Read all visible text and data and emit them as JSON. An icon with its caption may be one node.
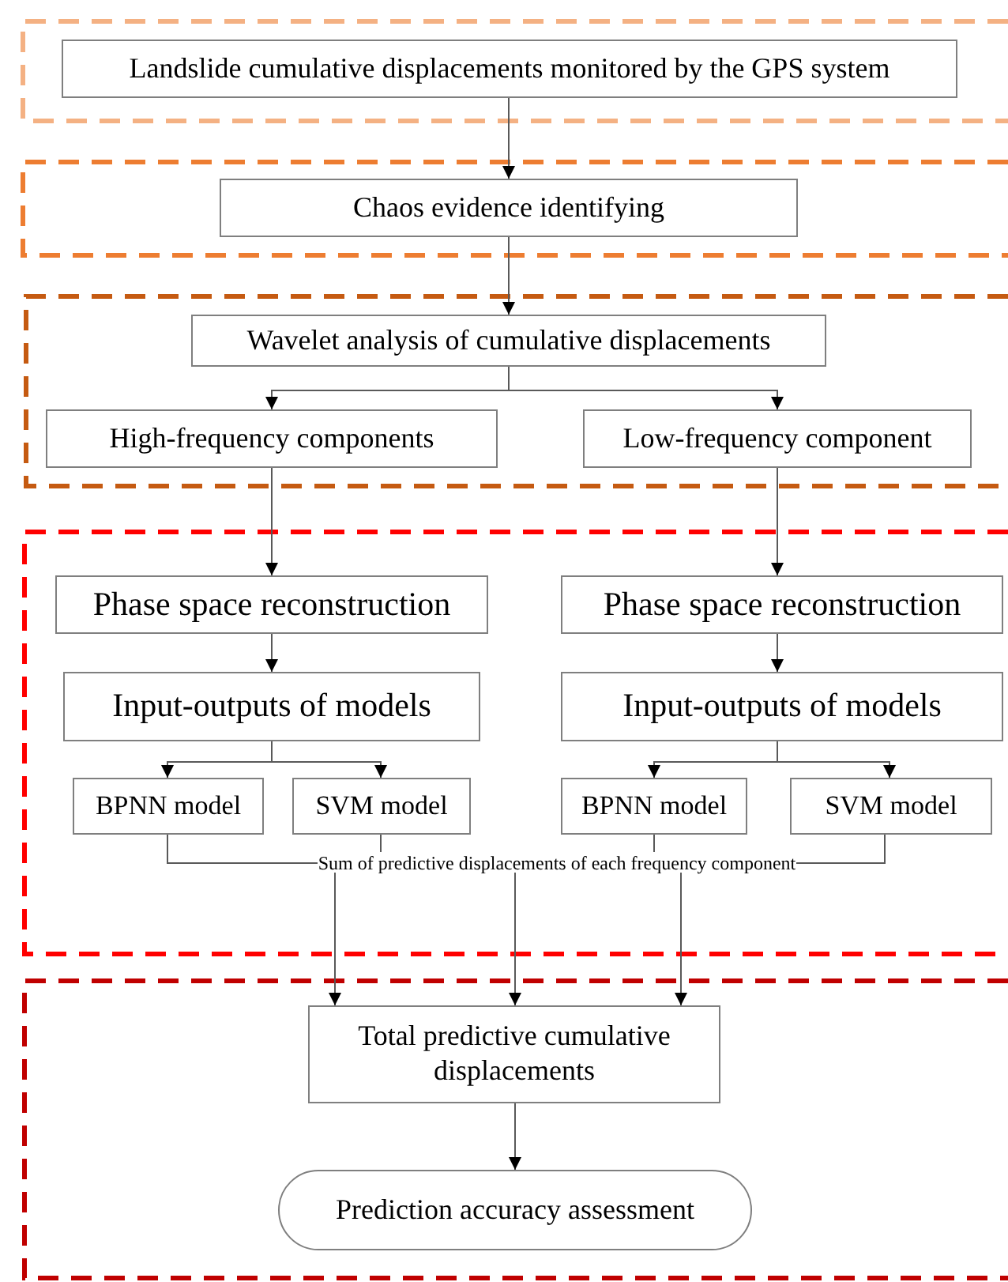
{
  "diagram": {
    "nodes": [
      {
        "text": [],
        "shape": "box"
      },
      {
        "text": [
          "Landslide cumulative displacements monitored by the GPS system"
        ],
        "in": 0
      },
      {
        "text": [],
        "shape": "box"
      },
      {
        "text": [
          "Chaos evidence identifying"
        ],
        "in": 2
      },
      {
        "text": [],
        "shape": "box"
      },
      {
        "text": [
          "Wavelet analysis of cumulative displacements"
        ],
        "in": 4
      },
      {
        "text": [
          "High-frequency components"
        ],
        "in": 4
      },
      {
        "text": [
          "Low-frequency component"
        ],
        "in": 4
      },
      {
        "text": [],
        "shape": "box"
      },
      {
        "text": [
          "Phase space reconstruction"
        ],
        "in": 8
      },
      {
        "text": [
          "Input-outputs of  models"
        ],
        "in": 8
      },
      {
        "text": [
          "BPNN model"
        ],
        "in": 8
      },
      {
        "text": [
          "SVM model"
        ],
        "in": 8
      },
      {
        "text": [
          "Phase space reconstruction"
        ],
        "in": 8
      },
      {
        "text": [
          "Input-outputs of  models"
        ],
        "in": 8
      },
      {
        "text": [
          "BPNN model"
        ],
        "in": 8
      },
      {
        "text": [
          "SVM model"
        ],
        "in": 8
      },
      {
        "text": [
          "Sum of predictive displacements of each frequency component"
        ],
        "in": 8
      },
      {
        "text": [],
        "shape": "box"
      },
      {
        "text": [
          "Total predictive cumulative displacements"
        ],
        "in": 18
      },
      {
        "text": [
          "Prediction accuracy assessment"
        ],
        "in": 18
      }
    ],
    "edges": [
      {
        "from": 1,
        "to": 3,
        "arrow": "to"
      },
      {
        "from": 3,
        "to": 5,
        "arrow": "to"
      },
      {
        "from": 5,
        "to": 6,
        "arrow": "to"
      },
      {
        "from": 5,
        "to": 7,
        "arrow": "to"
      },
      {
        "from": 6,
        "to": 9,
        "arrow": "to"
      },
      {
        "from": 7,
        "to": 13,
        "arrow": "to"
      },
      {
        "from": 9,
        "to": 10,
        "arrow": "to"
      },
      {
        "from": 13,
        "to": 14,
        "arrow": "to"
      },
      {
        "from": 10,
        "to": 11,
        "arrow": "to"
      },
      {
        "from": 10,
        "to": 12,
        "arrow": "to"
      },
      {
        "from": 14,
        "to": 15,
        "arrow": "to"
      },
      {
        "from": 14,
        "to": 16,
        "arrow": "to"
      },
      {
        "from": 11,
        "to": 17,
        "arrow": "none"
      },
      {
        "from": 12,
        "to": 17,
        "arrow": "none"
      },
      {
        "from": 15,
        "to": 17,
        "arrow": "none"
      },
      {
        "from": 16,
        "to": 17,
        "arrow": "none"
      },
      {
        "from": 17,
        "to": 19,
        "arrow": "to"
      },
      {
        "from": 17,
        "to": 19,
        "arrow": "to"
      },
      {
        "from": 17,
        "to": 19,
        "arrow": "to"
      },
      {
        "from": 19,
        "to": 20,
        "arrow": "to"
      }
    ]
  }
}
